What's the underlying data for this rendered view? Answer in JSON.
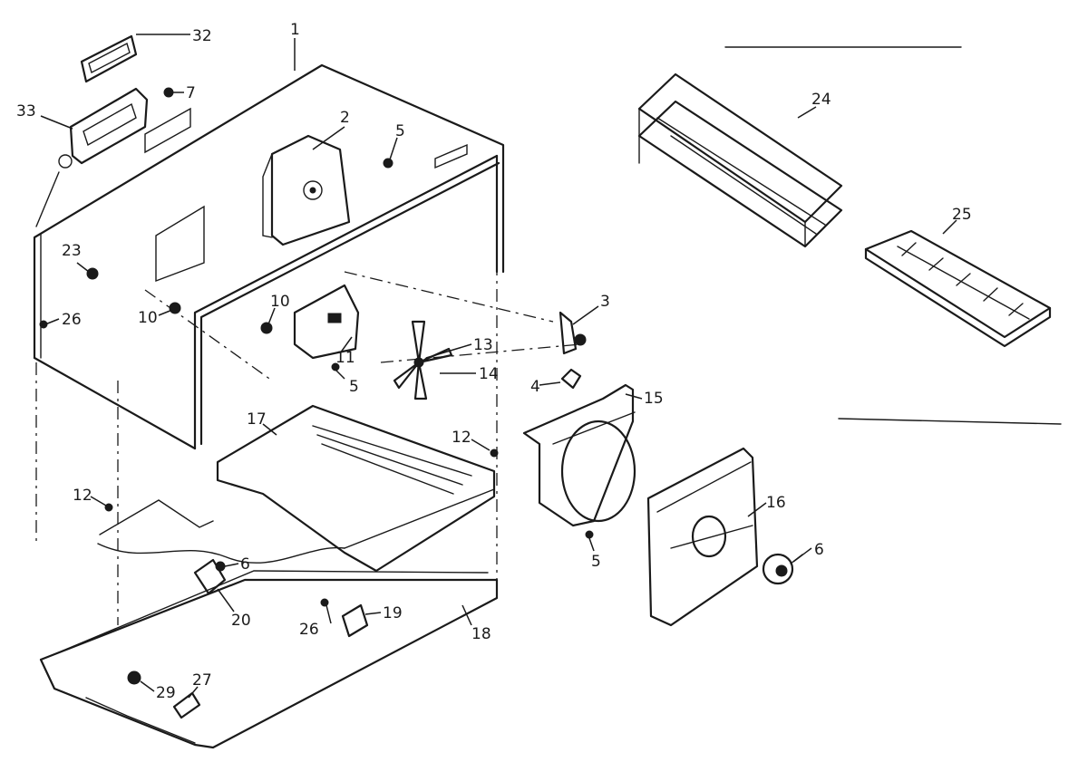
{
  "callouts": {
    "c1": "1",
    "c2": "2",
    "c3": "3",
    "c4": "4",
    "c5a": "5",
    "c5b": "5",
    "c5c": "5",
    "c6a": "6",
    "c6b": "6",
    "c7": "7",
    "c10a": "10",
    "c10b": "10",
    "c11": "11",
    "c12a": "12",
    "c12b": "12",
    "c13": "13",
    "c14": "14",
    "c15": "15",
    "c16": "16",
    "c17": "17",
    "c18": "18",
    "c19": "19",
    "c20": "20",
    "c23": "23",
    "c24": "24",
    "c25": "25",
    "c26a": "26",
    "c26b": "26",
    "c27": "27",
    "c29": "29",
    "c32": "32",
    "c33": "33"
  }
}
